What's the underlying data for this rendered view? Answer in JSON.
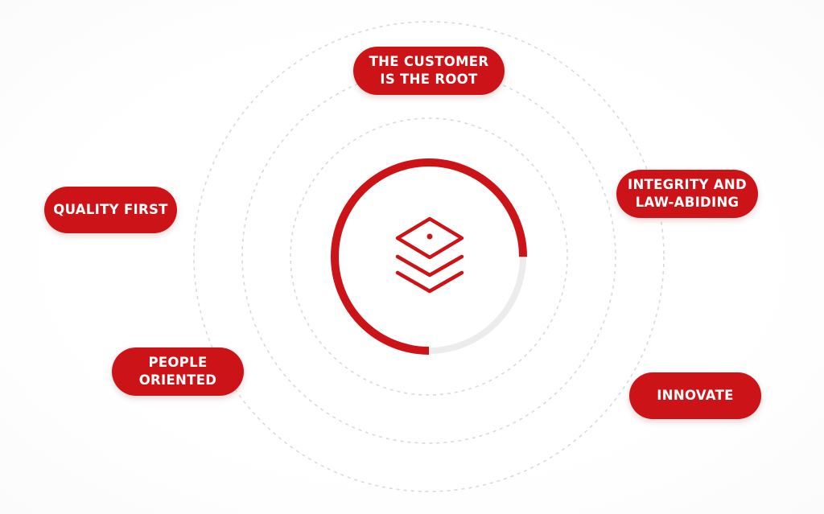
{
  "colors": {
    "accent": "#cc1418",
    "ring_track": "#ececec",
    "dashed_ring": "#d9d9d9",
    "pill_text": "#ffffff"
  },
  "center": {
    "icon": "layers-icon",
    "progress_fraction": 0.75
  },
  "values": [
    {
      "id": "customer",
      "lines": [
        "THE CUSTOMER",
        "IS THE ROOT"
      ]
    },
    {
      "id": "integrity",
      "lines": [
        "INTEGRITY AND",
        "LAW-ABIDING"
      ]
    },
    {
      "id": "quality",
      "lines": [
        "QUALITY FIRST"
      ]
    },
    {
      "id": "people",
      "lines": [
        "PEOPLE",
        "ORIENTED"
      ]
    },
    {
      "id": "innovate",
      "lines": [
        "INNOVATE"
      ]
    }
  ]
}
